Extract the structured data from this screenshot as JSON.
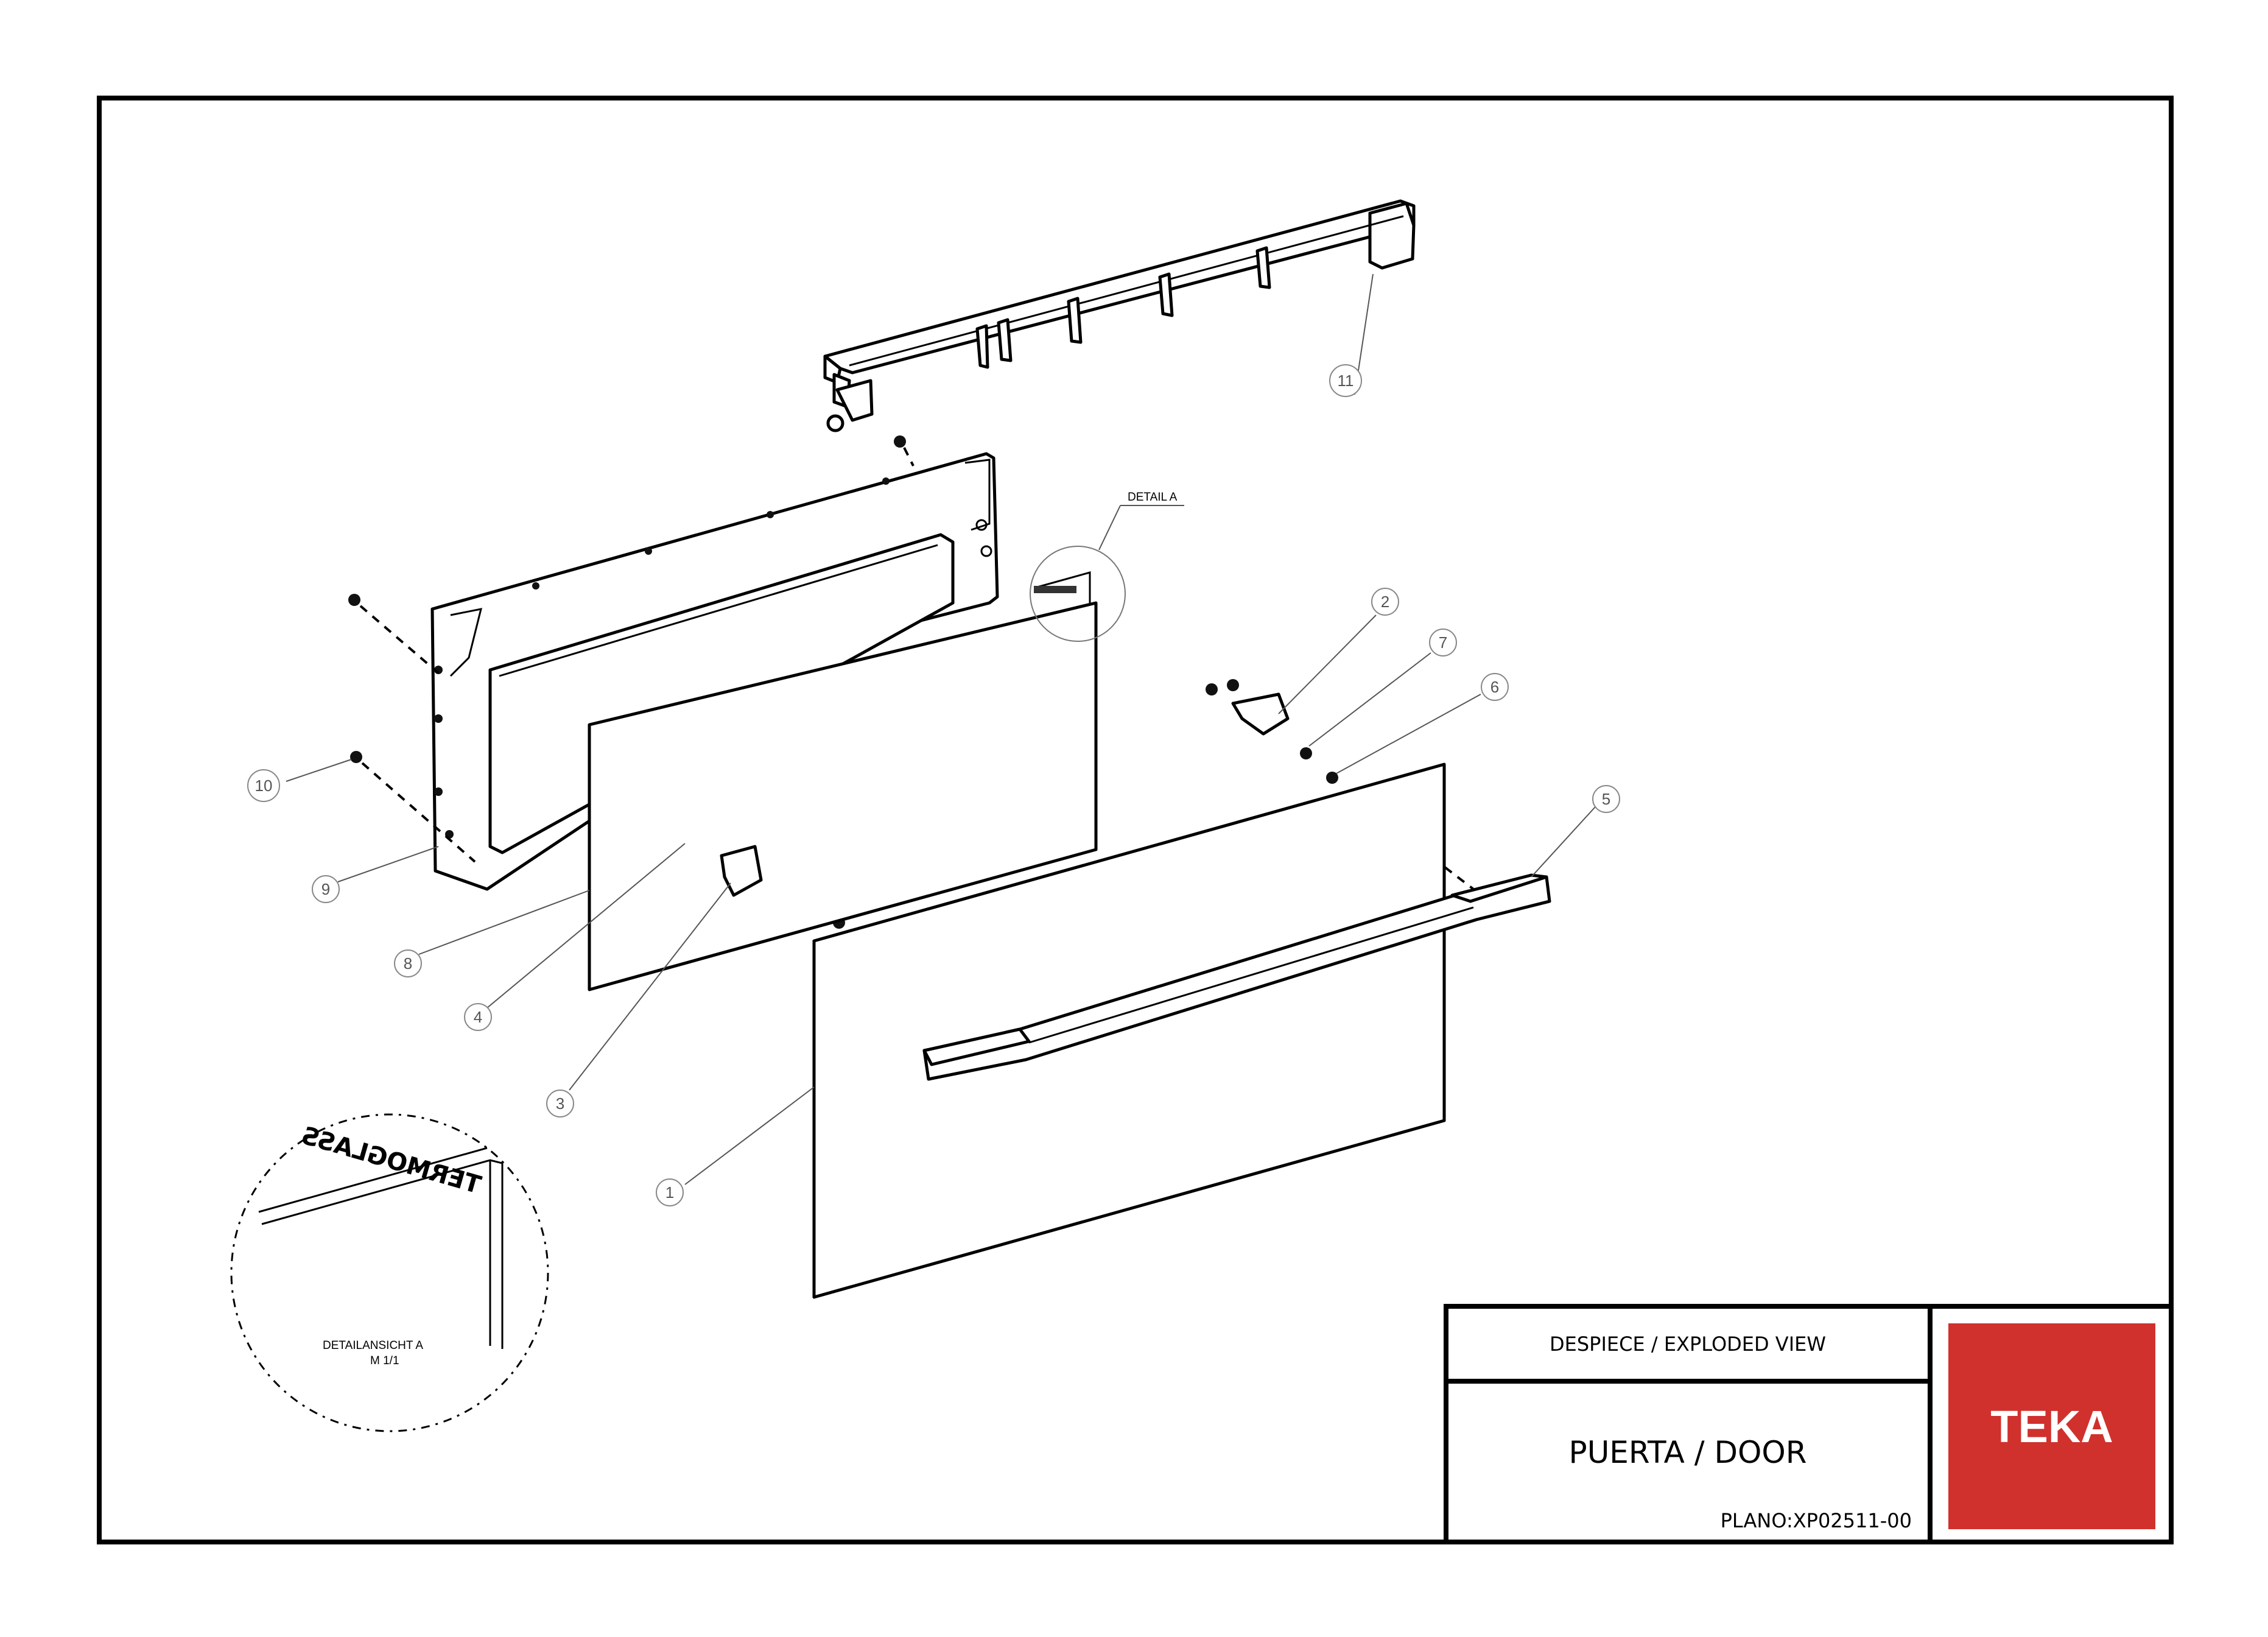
{
  "callouts": [
    {
      "id": "1",
      "label": "1"
    },
    {
      "id": "2",
      "label": "2"
    },
    {
      "id": "3",
      "label": "3"
    },
    {
      "id": "4",
      "label": "4"
    },
    {
      "id": "5",
      "label": "5"
    },
    {
      "id": "6",
      "label": "6"
    },
    {
      "id": "7",
      "label": "7"
    },
    {
      "id": "8",
      "label": "8"
    },
    {
      "id": "9",
      "label": "9"
    },
    {
      "id": "10",
      "label": "10"
    },
    {
      "id": "11",
      "label": "11"
    }
  ],
  "detail": {
    "marker_label": "DETAIL A",
    "view_title": "DETAILANSICHT A",
    "view_scale": "M 1/1",
    "glass_print": "TERMOGLASS"
  },
  "title_block": {
    "view_type": "DESPIECE / EXPLODED VIEW",
    "part_name": "PUERTA / DOOR",
    "drawing_number": "PLANO:XP02511-00"
  },
  "brand": {
    "name": "TEKA",
    "color": "#d0312d",
    "text_color": "#ffffff"
  }
}
